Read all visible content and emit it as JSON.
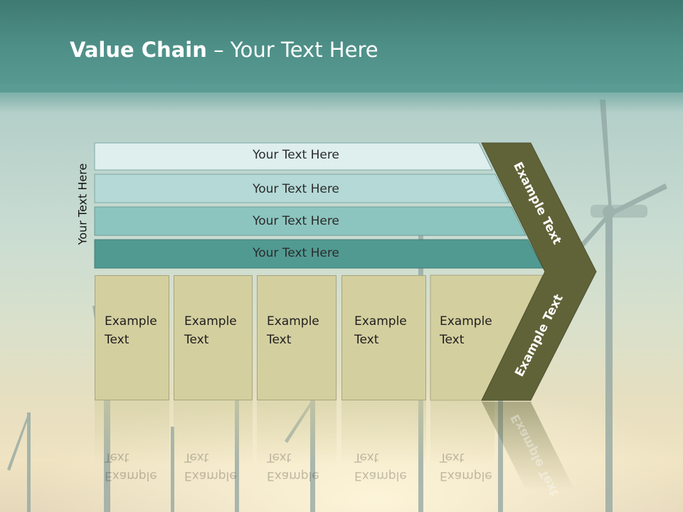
{
  "title": {
    "bold": "Value Chain",
    "rest": " – Your Text Here"
  },
  "side_label": "Your Text Here",
  "bars": [
    {
      "label": "Your Text Here",
      "color": "#deefee"
    },
    {
      "label": "Your Text Here",
      "color": "#b4d9d6"
    },
    {
      "label": "Your Text Here",
      "color": "#8cc5bf"
    },
    {
      "label": "Your Text Here",
      "color": "#519a92"
    }
  ],
  "boxes": [
    {
      "line1": "Example",
      "line2": "Text"
    },
    {
      "line1": "Example",
      "line2": "Text"
    },
    {
      "line1": "Example",
      "line2": "Text"
    },
    {
      "line1": "Example",
      "line2": "Text"
    },
    {
      "line1": "Example",
      "line2": "Text"
    }
  ],
  "chevron": {
    "upper_label": "Example Text",
    "lower_label": "Example Text",
    "color": "#606337"
  },
  "colors": {
    "header": "#4f9189",
    "box_fill": "#d4cf9f"
  }
}
